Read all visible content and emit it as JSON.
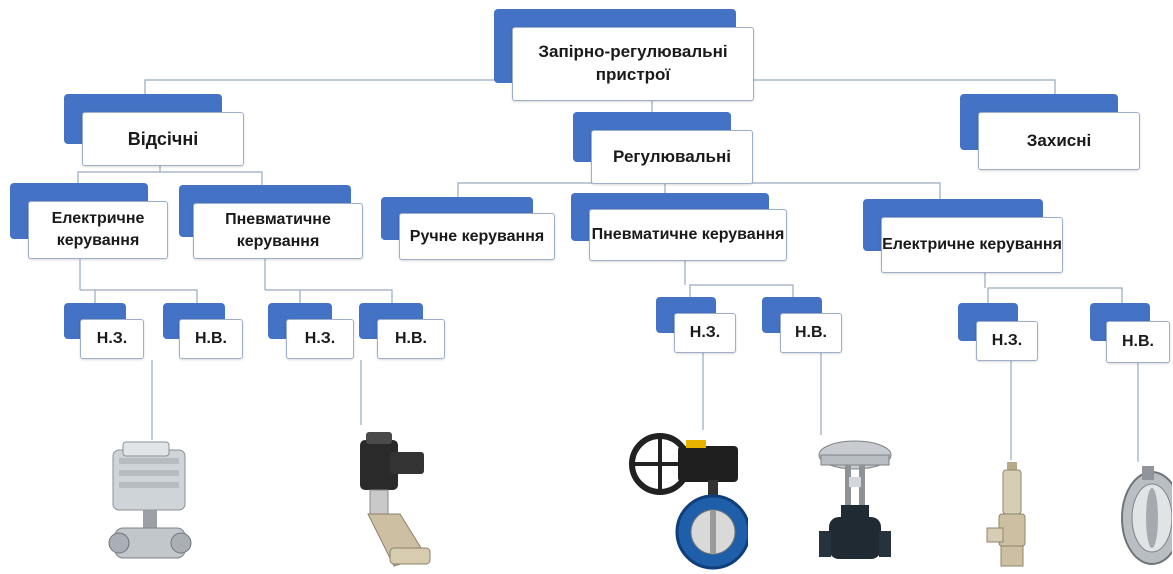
{
  "nodes": {
    "root": "Запірно-регулювальні пристрої",
    "shutoff": "Відсічні",
    "regulating": "Регулювальні",
    "protective": "Захисні",
    "shutoff_electric": "Електричне керування",
    "shutoff_pneumatic": "Пневматичне керування",
    "reg_manual": "Ручне керування",
    "reg_pneumatic": "Пневматичне керування",
    "reg_electric": "Електричне керування",
    "nc": "Н.З.",
    "no": "Н.В."
  },
  "colors": {
    "tab": "#4472c4",
    "line": "#9aaabf",
    "card_border": "#9dafc9"
  },
  "images": [
    "electric-actuator-ball-valve",
    "pneumatic-angle-seat-valve",
    "butterfly-valve-with-handwheel",
    "pneumatic-control-valve",
    "safety-relief-valve",
    "butterfly-disc-valve"
  ]
}
